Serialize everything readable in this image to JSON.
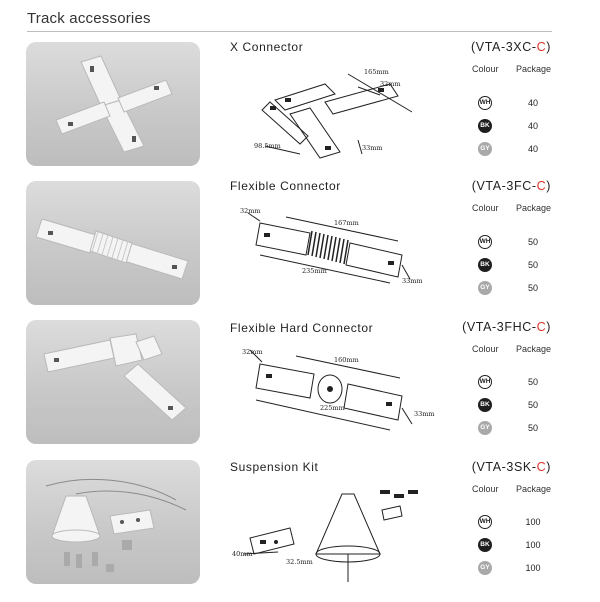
{
  "page_title": "Track accessories",
  "table_headers": {
    "colour": "Colour",
    "package": "Package"
  },
  "products": [
    {
      "name": "X Connector",
      "code_prefix": "(VTA-3XC-",
      "code_accent": "C",
      "code_suffix": ")",
      "dims": [
        "165mm",
        "32mm",
        "98.5mm",
        "33mm"
      ],
      "colours": [
        {
          "code": "WH",
          "package": "40"
        },
        {
          "code": "BK",
          "package": "40"
        },
        {
          "code": "GY",
          "package": "40"
        }
      ]
    },
    {
      "name": "Flexible Connector",
      "code_prefix": "(VTA-3FC-",
      "code_accent": "C",
      "code_suffix": ")",
      "dims": [
        "32mm",
        "167mm",
        "235mm",
        "33mm"
      ],
      "colours": [
        {
          "code": "WH",
          "package": "50"
        },
        {
          "code": "BK",
          "package": "50"
        },
        {
          "code": "GY",
          "package": "50"
        }
      ]
    },
    {
      "name": "Flexible Hard Connector",
      "code_prefix": "(VTA-3FHC-",
      "code_accent": "C",
      "code_suffix": ")",
      "dims": [
        "32mm",
        "160mm",
        "225mm",
        "33mm"
      ],
      "colours": [
        {
          "code": "WH",
          "package": "50"
        },
        {
          "code": "BK",
          "package": "50"
        },
        {
          "code": "GY",
          "package": "50"
        }
      ]
    },
    {
      "name": "Suspension Kit",
      "code_prefix": "(VTA-3SK-",
      "code_accent": "C",
      "code_suffix": ")",
      "dims": [
        "40mm",
        "32.5mm"
      ],
      "colours": [
        {
          "code": "WH",
          "package": "100"
        },
        {
          "code": "BK",
          "package": "100"
        },
        {
          "code": "GY",
          "package": "100"
        }
      ]
    }
  ]
}
